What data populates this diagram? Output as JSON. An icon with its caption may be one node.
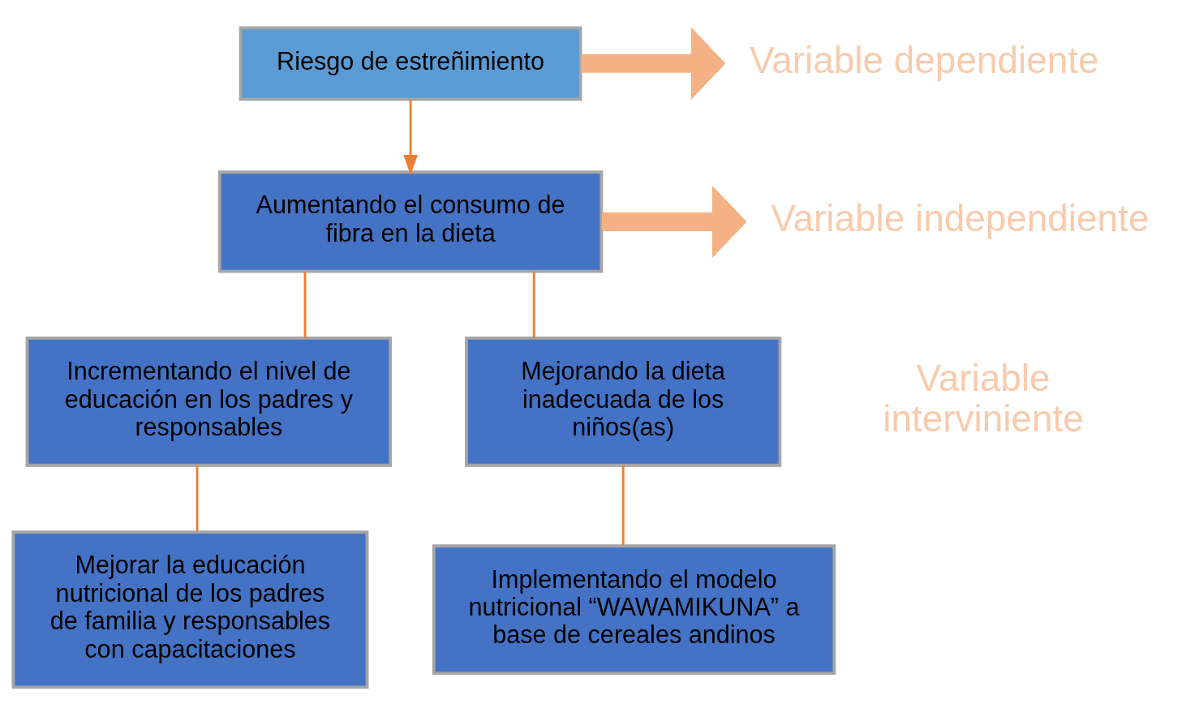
{
  "diagram": {
    "nodes": [
      {
        "text": [
          "Riesgo de estreñimiento"
        ]
      },
      {
        "text": [
          "Aumentando el consumo de fibra en la dieta"
        ]
      },
      {
        "text": [
          "Incrementando el nivel de educación en los padres y responsables"
        ]
      },
      {
        "text": [
          "Mejorando la dieta inadecuada de los niños(as)"
        ]
      },
      {
        "text": [
          "Mejorar la educación nutricional de los padres de familia y responsables con capacitaciones"
        ]
      },
      {
        "text": [
          "Implementando el modelo nutricional “WAWAMIKUNA” a base de cereales andinos"
        ]
      },
      {
        "text": [
          "Variable dependiente"
        ]
      },
      {
        "text": [
          "Variable independiente"
        ]
      }
    ],
    "edges": [
      {
        "from": 0,
        "to": 1,
        "arrow": "to"
      },
      {
        "from": 1,
        "to": 2,
        "arrow": "none"
      },
      {
        "from": 1,
        "to": 3,
        "arrow": "none"
      },
      {
        "from": 2,
        "to": 4,
        "arrow": "none"
      },
      {
        "from": 3,
        "to": 5,
        "arrow": "none"
      },
      {
        "from": 0,
        "to": 6,
        "arrow": "to",
        "style": "thick"
      },
      {
        "from": 1,
        "to": 7,
        "arrow": "to",
        "style": "thick"
      }
    ],
    "labels": [
      "Variable interviniente"
    ]
  }
}
